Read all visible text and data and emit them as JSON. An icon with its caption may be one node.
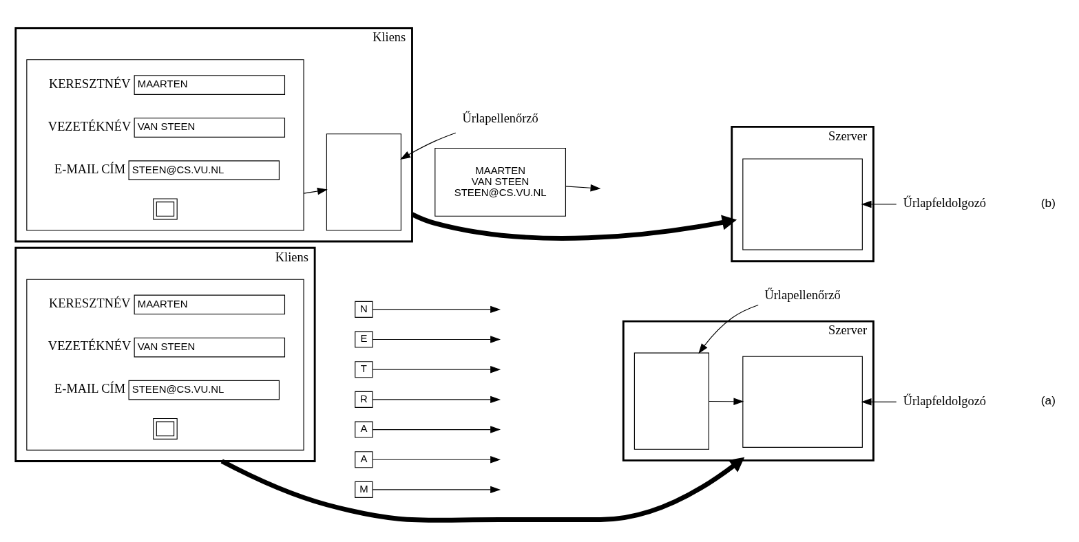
{
  "diagram": {
    "nodes": [
      {
        "text": [
          "Kliens"
        ]
      },
      {
        "text": [],
        "shape": "box",
        "in": 0
      },
      {
        "text": [
          "MAARTEN"
        ],
        "beside": [
          "KERESZTNÉV"
        ],
        "in": 1
      },
      {
        "text": [
          "VAN STEEN"
        ],
        "beside": [
          "VEZETÉKNÉV"
        ],
        "in": 1
      },
      {
        "text": [
          "STEEN@CS.VU.NL"
        ],
        "beside": [
          "E-MAIL CÍM"
        ],
        "in": 1
      },
      {
        "text": [],
        "shape": "box",
        "in": 1
      },
      {
        "text": [
          "N"
        ]
      },
      {
        "text": [
          "E"
        ]
      },
      {
        "text": [
          "T"
        ]
      },
      {
        "text": [
          "R"
        ]
      },
      {
        "text": [
          "A"
        ]
      },
      {
        "text": [
          "A"
        ]
      },
      {
        "text": [
          "M"
        ]
      },
      {
        "text": [
          "Szerver"
        ]
      },
      {
        "text": [],
        "shape": "box",
        "in": 13
      },
      {
        "text": [],
        "shape": "box",
        "in": 13
      },
      {
        "text": [
          "Űrlapellenőrző"
        ]
      },
      {
        "text": [
          "Űrlapfeldolgozó"
        ]
      },
      {
        "text": [
          "Kliens"
        ]
      },
      {
        "text": [],
        "shape": "box",
        "in": 18
      },
      {
        "text": [
          "MAARTEN"
        ],
        "beside": [
          "KERESZTNÉV"
        ],
        "in": 19
      },
      {
        "text": [
          "VAN STEEN"
        ],
        "beside": [
          "VEZETÉKNÉV"
        ],
        "in": 19
      },
      {
        "text": [
          "STEEN@CS.VU.NL"
        ],
        "beside": [
          "E-MAIL CÍM"
        ],
        "in": 19
      },
      {
        "text": [],
        "shape": "box",
        "in": 19
      },
      {
        "text": [],
        "shape": "box",
        "in": 18
      },
      {
        "text": [
          "Űrlapellenőrző"
        ]
      },
      {
        "text": [
          "MAARTEN",
          "VAN STEEN",
          "STEEN@CS.VU.NL"
        ]
      },
      {
        "text": [
          "Szerver"
        ]
      },
      {
        "text": [],
        "shape": "box",
        "in": 27
      },
      {
        "text": [
          "Űrlapfeldolgozó"
        ]
      }
    ],
    "edges": [
      {
        "from": 6,
        "to": null,
        "arrow": "to"
      },
      {
        "from": 7,
        "to": null,
        "arrow": "to"
      },
      {
        "from": 8,
        "to": null,
        "arrow": "to"
      },
      {
        "from": 9,
        "to": null,
        "arrow": "to"
      },
      {
        "from": 10,
        "to": null,
        "arrow": "to"
      },
      {
        "from": 11,
        "to": null,
        "arrow": "to"
      },
      {
        "from": 12,
        "to": null,
        "arrow": "to"
      },
      {
        "from": 0,
        "to": 13,
        "arrow": "to",
        "style": "thick"
      },
      {
        "from": 14,
        "to": 15,
        "arrow": "to"
      },
      {
        "from": 16,
        "to": 14,
        "arrow": "to"
      },
      {
        "from": 17,
        "to": 15,
        "arrow": "to"
      },
      {
        "from": 19,
        "to": 24,
        "arrow": "to"
      },
      {
        "from": 26,
        "to": null,
        "arrow": "to"
      },
      {
        "from": 18,
        "to": 27,
        "arrow": "to",
        "style": "thick"
      },
      {
        "from": 25,
        "to": 24,
        "arrow": "to"
      },
      {
        "from": 29,
        "to": 28,
        "arrow": "to"
      }
    ],
    "labels": [
      "(a)",
      "(b)"
    ]
  }
}
